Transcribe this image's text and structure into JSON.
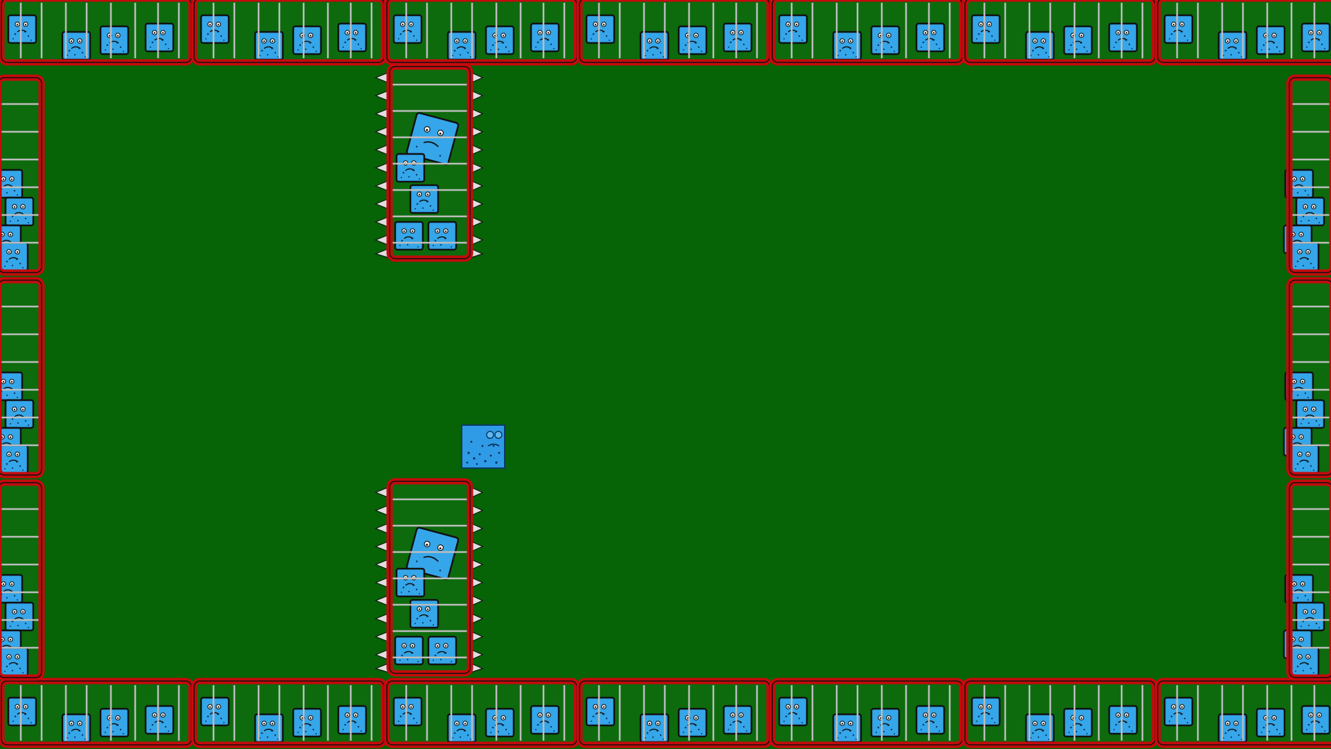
{
  "game": {
    "background_color": "#066306",
    "cage_frame_color": "#c50a0c",
    "cage_frame_outline": "#111111",
    "cage_bar_color": "#b7b7b7",
    "block_color": "#35a6e9",
    "block_shade": "#1c87cf",
    "spike_color": "#dedede"
  },
  "player": {
    "icon": "blue-square-player-sprite",
    "expression": "sad"
  },
  "walls": {
    "top_cage_count": 7,
    "bottom_cage_count": 7,
    "left_cage_count": 3,
    "right_cage_count": 3
  },
  "obstacles": {
    "spiked_cage_count": 2
  }
}
